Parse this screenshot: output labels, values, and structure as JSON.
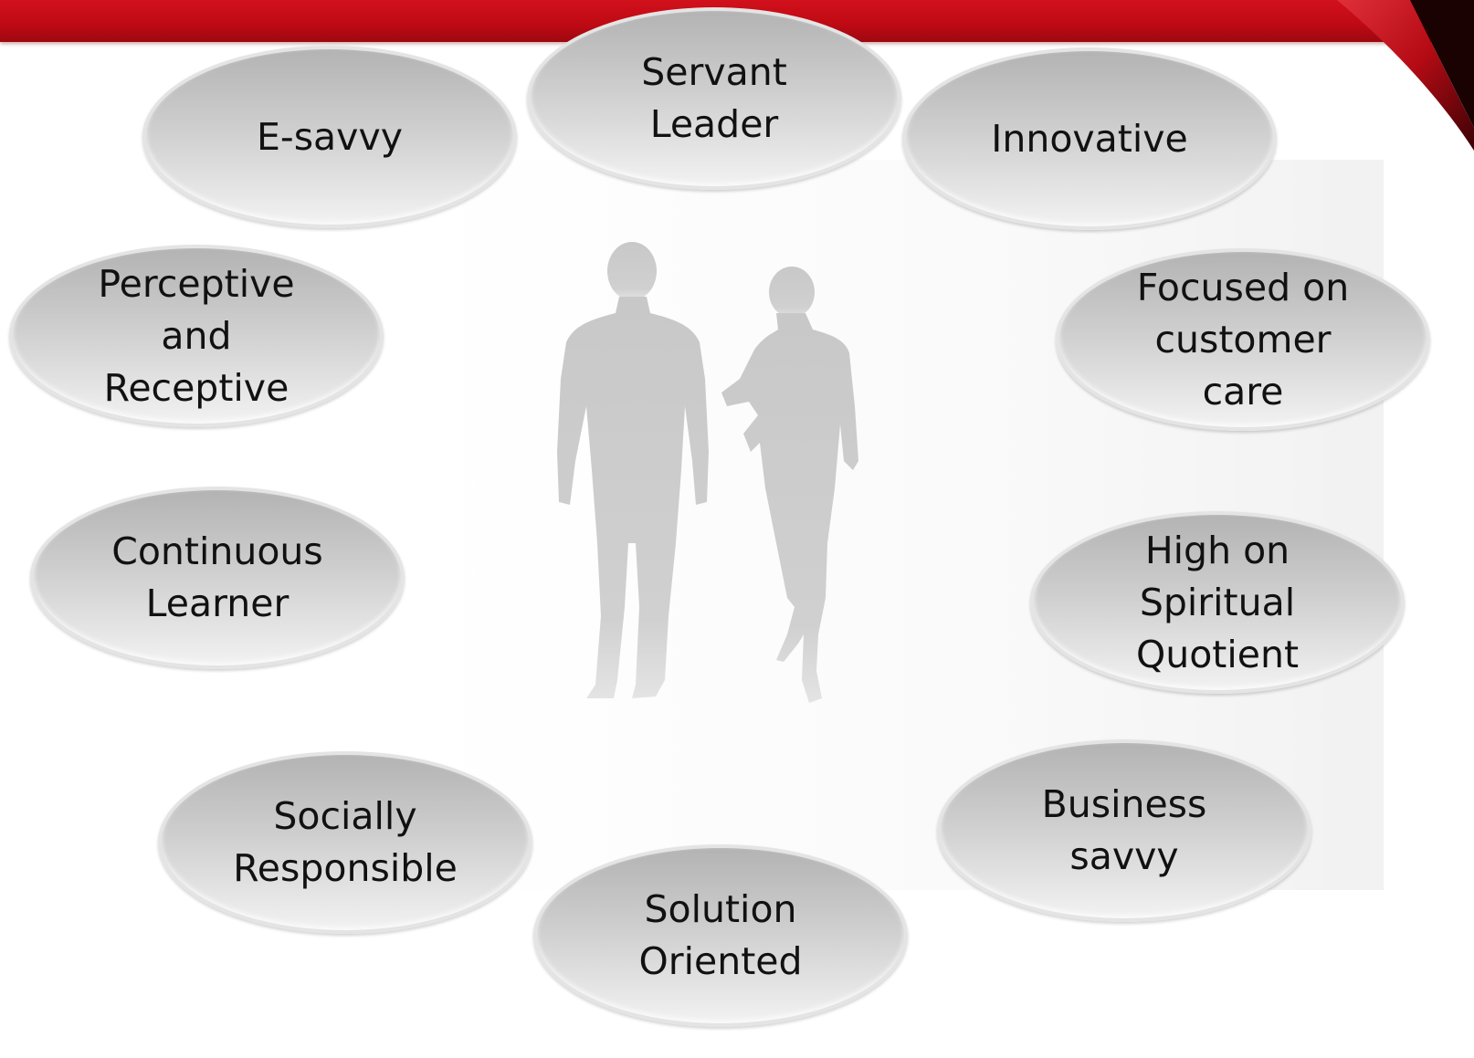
{
  "colors": {
    "accent": "#c00a14",
    "bubble_top": "#b3b3b3",
    "bubble_bottom": "#f2f2f2",
    "silhouette": "#cfcfcf",
    "text": "#111111"
  },
  "diagram": {
    "center_image": "silhouette-of-two-business-people",
    "bubbles": {
      "servant_leader": "Servant\nLeader",
      "e_savvy": "E-savvy",
      "innovative": "Innovative",
      "perceptive_receptive": "Perceptive\nand\nReceptive",
      "customer_care": "Focused on\ncustomer\ncare",
      "continuous_learner": "Continuous\nLearner",
      "spiritual_quotient": "High on\nSpiritual\nQuotient",
      "socially_responsible": "Socially\nResponsible",
      "business_savvy": "Business\nsavvy",
      "solution_oriented": "Solution\nOriented"
    }
  }
}
